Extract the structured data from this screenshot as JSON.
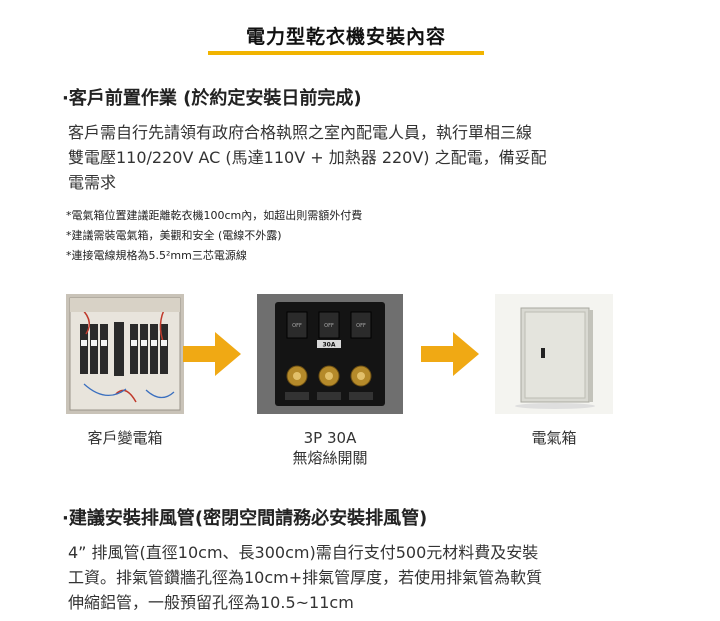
{
  "title": "電力型乾衣機安裝內容",
  "section1": {
    "heading": "·客戶前置作業 (於約定安裝日前完成)",
    "paragraph_lines": [
      "客戶需自行先請領有政府合格執照之室內配電人員，執行單相三線",
      "雙電壓110/220V AC (馬達110V + 加熱器 220V) 之配電，備妥配",
      "電需求"
    ],
    "notes": [
      "*電氣箱位置建議距離乾衣機100cm內，如超出則需額外付費",
      "*建議需裝電氣箱，美觀和安全 (電線不外露)",
      "*連接電線規格為5.5²mm三芯電源線"
    ]
  },
  "diagram": {
    "captions": {
      "panel": "客戶變電箱",
      "breaker_line1": "3P 30A",
      "breaker_line2": "無熔絲開關",
      "box": "電氣箱"
    },
    "breaker_rating": "30A",
    "breaker_off_labels": [
      "OFF",
      "OFF",
      "OFF"
    ],
    "arrow_color": "#f0a914"
  },
  "section2": {
    "heading": "·建議安裝排風管(密閉空間請務必安裝排風管)",
    "paragraph_lines": [
      "4”  排風管(直徑10cm、長300cm)需自行支付500元材料費及安裝",
      "工資。排氣管鑽牆孔徑為10cm+排氣管厚度，若使用排氣管為軟質",
      "伸縮鋁管，一般預留孔徑為10.5~11cm"
    ]
  },
  "colors": {
    "accent": "#f1b400",
    "text": "#333333"
  }
}
